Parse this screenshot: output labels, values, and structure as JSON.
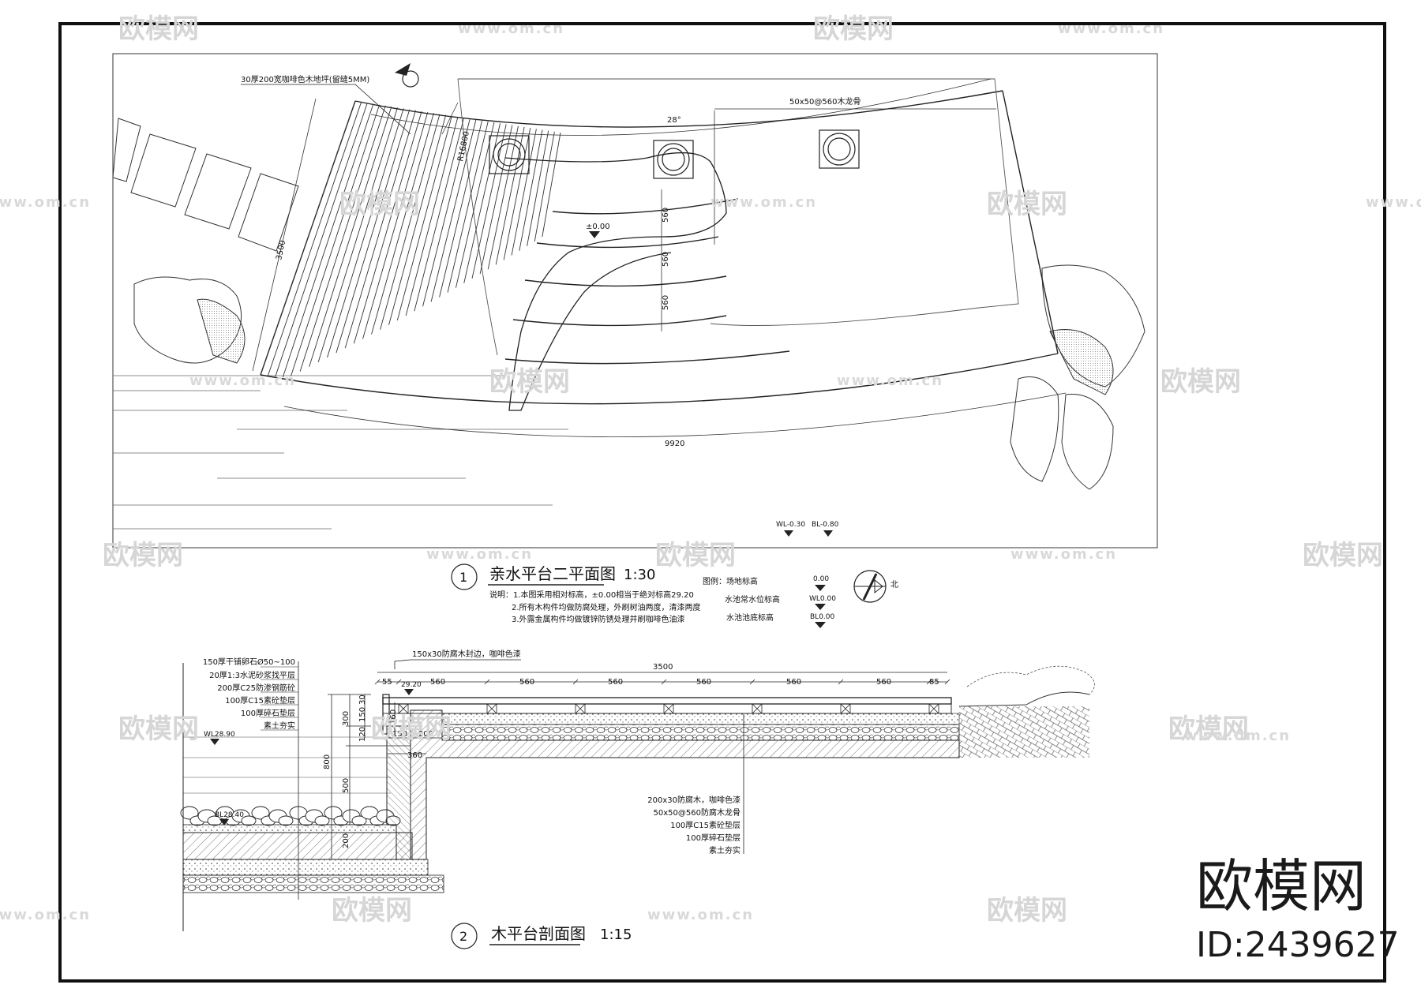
{
  "plan": {
    "title": "亲水平台二平面图",
    "scale": "1:30",
    "number": "1",
    "annotations": {
      "decking": "30厚200宽咖啡色木地坪(留缝5MM)",
      "joist": "50x50@560木龙骨",
      "angle": "28°",
      "radius": "R16800",
      "elevation": "±0.00",
      "spacing": [
        "560",
        "560",
        "560"
      ],
      "width": "3500",
      "arc": "9920",
      "wl": "WL-0.30",
      "bl": "BL-0.80"
    },
    "notes": [
      "说明：1.本图采用相对标高，±0.00相当于绝对标高29.20",
      "2.所有木构件均做防腐处理，外刷树油两度，清漆两度",
      "3.外露金属构件均做镀锌防锈处理并刷咖啡色油漆"
    ],
    "legend": {
      "heading": "图例：",
      "items": [
        {
          "label": "场地标高",
          "symbol": "0.00"
        },
        {
          "label": "水池常水位标高",
          "symbol": "WL0.00"
        },
        {
          "label": "水池池底标高",
          "symbol": "BL0.00"
        }
      ],
      "north": "北"
    }
  },
  "section": {
    "title": "木平台剖面图",
    "scale": "1:15",
    "number": "2",
    "left_layers": [
      "150厚干铺卵石Ø50~100",
      "20厚1:3水泥砂浆找平层",
      "200厚C25防渗钢筋砼",
      "100厚C15素砼垫层",
      "100厚碎石垫层",
      "素土夯实"
    ],
    "right_layers": [
      "200x30防腐木，咖啡色漆",
      "50x50@560防腐木龙骨",
      "100厚C15素砼垫层",
      "100厚碎石垫层",
      "素土夯实"
    ],
    "edge_note": "150x30防腐木封边，咖啡色漆",
    "top_dims": [
      "55",
      "560",
      "560",
      "560",
      "560",
      "560",
      "560",
      "85"
    ],
    "total": "3500",
    "elev_top": "29.20",
    "wl": "WL28.90",
    "bl": "BL28.40",
    "vdims": [
      "30",
      "150",
      "300",
      "120",
      "800",
      "500",
      "200",
      "160",
      "150",
      "200",
      "360"
    ]
  },
  "watermark": {
    "brand": "欧模网",
    "site": "www.om.cn",
    "id": "ID:2439627"
  }
}
